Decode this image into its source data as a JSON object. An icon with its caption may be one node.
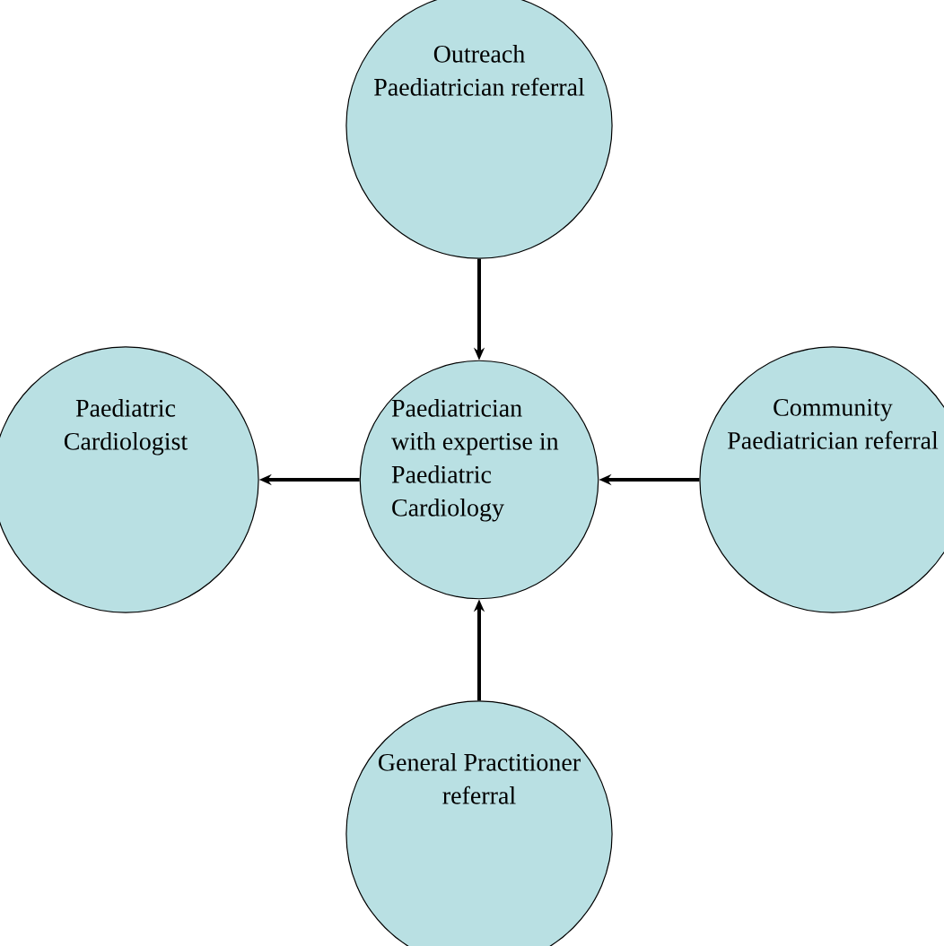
{
  "diagram": {
    "nodes": [
      {
        "text": [
          "Outreach Paediatrician referral"
        ]
      },
      {
        "text": [
          "Paediatric Cardiologist"
        ]
      },
      {
        "text": [
          "Paediatrician with expertise in Paediatric Cardiology"
        ]
      },
      {
        "text": [
          "Community Paediatrician referral"
        ]
      },
      {
        "text": [
          "General Practitioner referral"
        ]
      }
    ],
    "edges": [
      {
        "from": 0,
        "to": 2,
        "arrow": "to"
      },
      {
        "from": 2,
        "to": 1,
        "arrow": "to"
      },
      {
        "from": 3,
        "to": 2,
        "arrow": "to"
      },
      {
        "from": 4,
        "to": 2,
        "arrow": "to"
      }
    ]
  }
}
